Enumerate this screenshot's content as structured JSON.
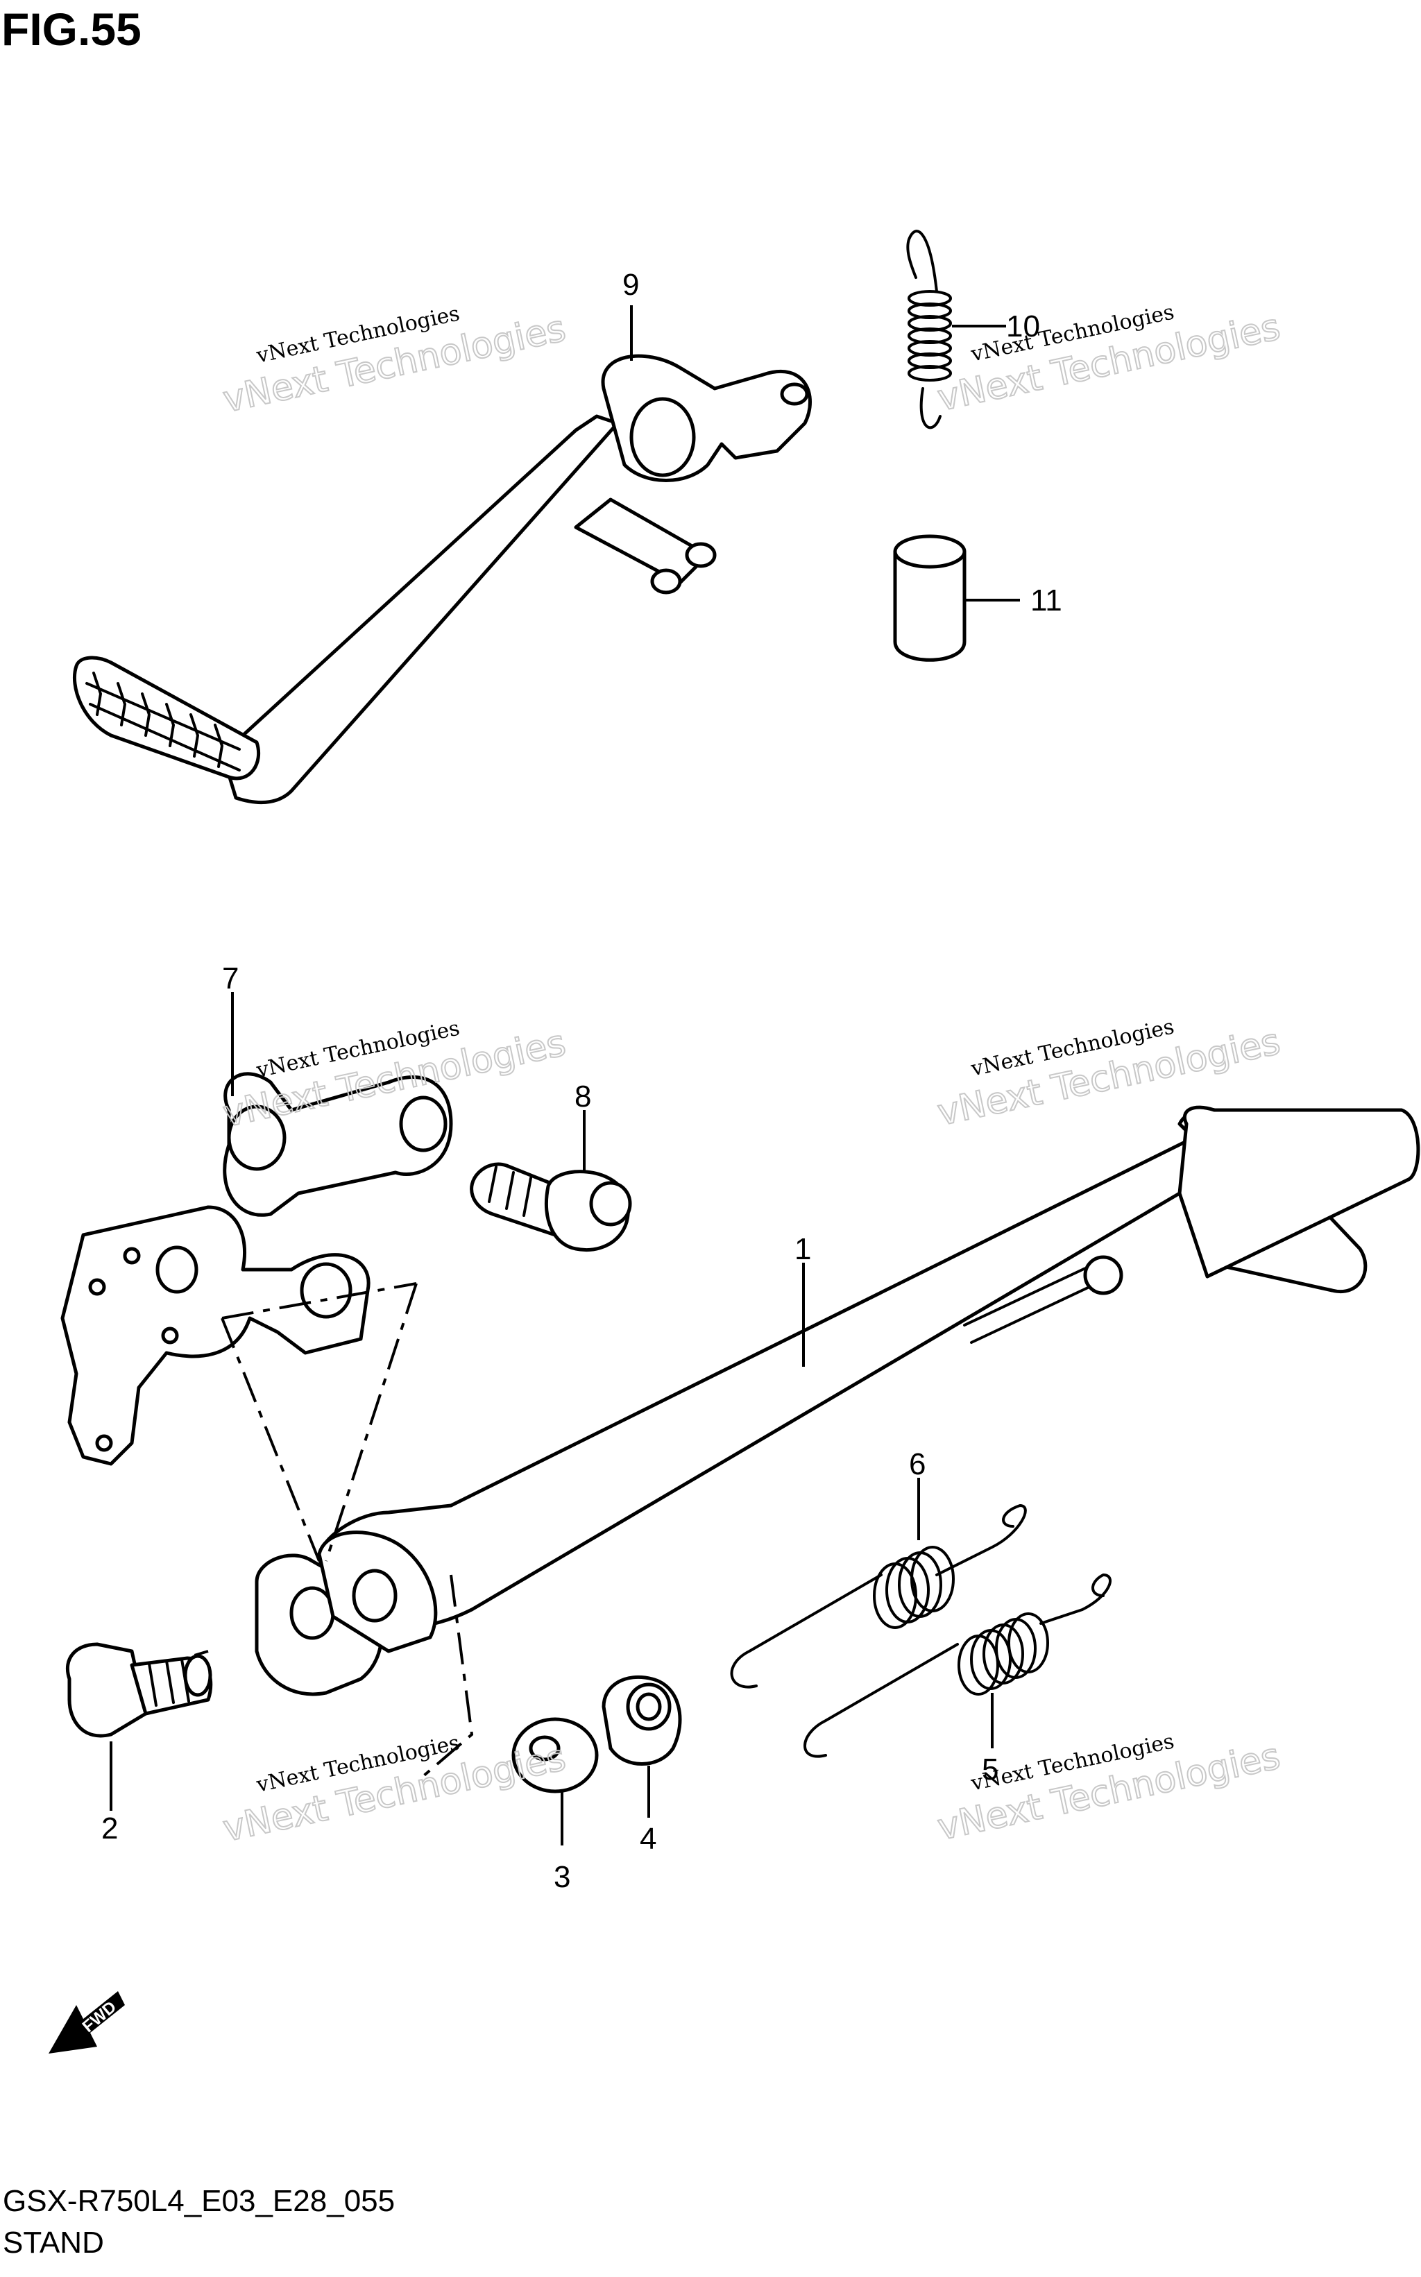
{
  "figure_title": "FIG.55",
  "model_code": "GSX-R750L4_E03_E28_055",
  "caption": "STAND",
  "watermark": {
    "line1": "vNext Technologies",
    "line2": "vNext Technologies"
  },
  "fwd_label": "FWD",
  "callouts": [
    "1",
    "2",
    "3",
    "4",
    "5",
    "6",
    "7",
    "8",
    "9",
    "10",
    "11"
  ]
}
